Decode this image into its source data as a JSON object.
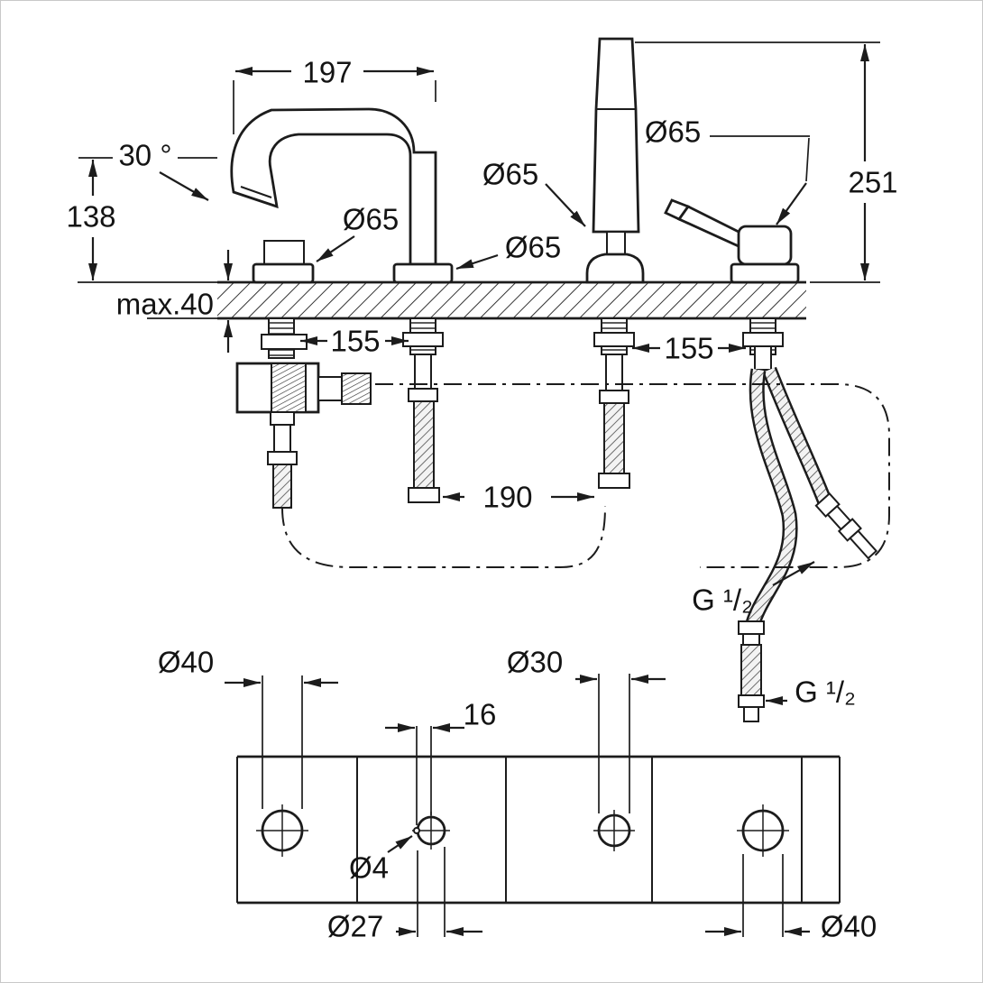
{
  "title": "Bath mixer installation dimension drawing",
  "elevation": {
    "dim_197": "197",
    "dim_30deg": "30 °",
    "dim_138": "138",
    "dim_max40": "max.40",
    "dim_o65_left": "Ø65",
    "dim_o65_shower": "Ø65",
    "dim_o65_mid": "Ø65",
    "dim_o65_lever": "Ø65",
    "dim_251": "251",
    "dim_155_left": "155",
    "dim_155_right": "155",
    "dim_190": "190",
    "dim_g12_upper": "G ¹/₂",
    "dim_g12_lower": "G ¹/₂"
  },
  "plan": {
    "dim_o40_left": "Ø40",
    "dim_o30": "Ø30",
    "dim_16": "16",
    "dim_o4": "Ø4",
    "dim_o27": "Ø27",
    "dim_o40_right": "Ø40"
  }
}
